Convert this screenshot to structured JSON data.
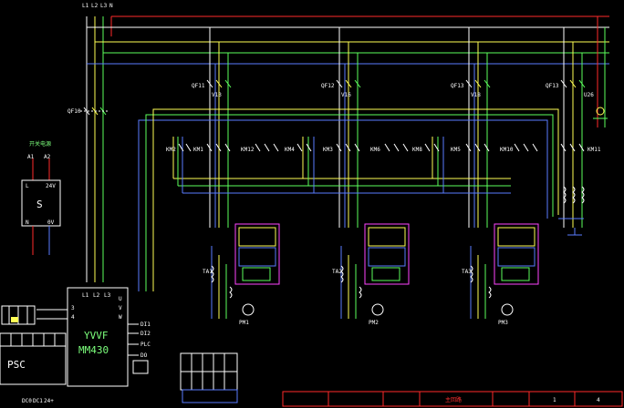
{
  "bus_labels": [
    "L1",
    "L2",
    "L3",
    "N"
  ],
  "qf_labels": {
    "main": "QF10",
    "b1": "QF11",
    "b2": "QF12",
    "b3": "QF13",
    "b4": "QF13"
  },
  "km_labels": [
    "KM2",
    "KM1",
    "KM12",
    "KM4",
    "KM3",
    "KM6",
    "KM8",
    "KM5",
    "KM10",
    "KM11"
  ],
  "branch_small": [
    "V13",
    "V16",
    "V18",
    "U26"
  ],
  "ta_labels": [
    "TA1",
    "TA2",
    "TA3"
  ],
  "pm_labels": [
    "PM1",
    "PM2",
    "PM3"
  ],
  "switch_power": {
    "title": "开关电源",
    "box_text": "S",
    "top_left": "A1",
    "top_right": "A2",
    "in_l": "L",
    "in_v": "24V",
    "out_n": "N",
    "out_g": "0V"
  },
  "vfd": {
    "line1": "YVVF",
    "line2": "MM430",
    "top_pins": [
      "L1",
      "L2",
      "L3"
    ],
    "right_pins": [
      "U",
      "V",
      "W"
    ],
    "side_pins": [
      "3",
      "4"
    ]
  },
  "vfd_outputs": [
    "DI1",
    "DI2",
    "PLC",
    "DO"
  ],
  "psc": {
    "text": "PSC",
    "bottom_pins": [
      "DC0",
      "DC1",
      "24+"
    ]
  },
  "title_block": {
    "page_label": "主回路",
    "sheet_num": "1",
    "total_num": "4"
  },
  "colors": {
    "background": "#000000",
    "phase_white": "#ffffff",
    "phase_yellow": "#ffff55",
    "phase_green": "#5cff5c",
    "phase_blue": "#5a7dff",
    "red": "#ff2a2a",
    "magenta": "#ff44ff"
  }
}
